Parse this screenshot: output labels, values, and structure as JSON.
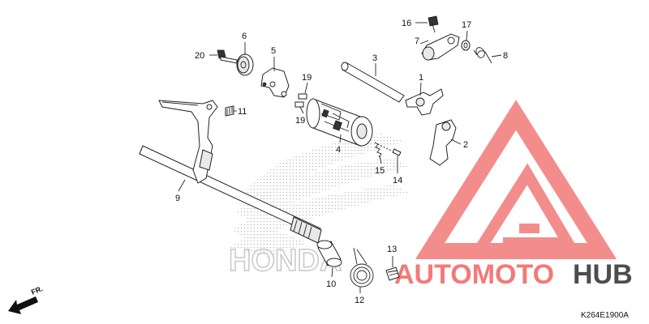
{
  "diagram": {
    "callouts": {
      "p1": "1",
      "p2": "2",
      "p3": "3",
      "p4": "4",
      "p5": "5",
      "p6": "6",
      "p7": "7",
      "p8": "8",
      "p9": "9",
      "p10": "10",
      "p11": "11",
      "p12": "12",
      "p13": "13",
      "p14": "14",
      "p15": "15",
      "p16": "16",
      "p17": "17",
      "p19a": "19",
      "p19b": "19",
      "p20": "20"
    },
    "direction_label": "FR.",
    "diagram_code": "K264E1900A"
  },
  "watermarks": {
    "brand": "HONDA",
    "site_part1": "AUTOMOTO",
    "site_part2": "HUB",
    "colors": {
      "triangle": "#f27a78",
      "hub_text": "#4d4d4d",
      "brand_wing": "#cfcfcf"
    }
  }
}
